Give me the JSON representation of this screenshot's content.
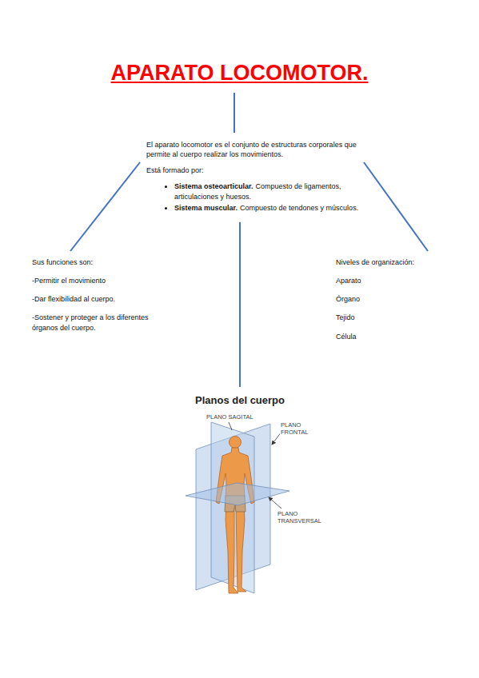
{
  "diagram": {
    "title": "APARATO LOCOMOTOR.",
    "nodes": [
      {
        "text": [
          "El aparato locomotor es el conjunto de estructuras corporales que permite al cuerpo realizar los movimientos.",
          "Está formado por:",
          "Sistema osteoarticular.",
          "Compuesto de ligamentos, articulaciones y huesos.",
          "Sistema muscular.",
          "Compuesto de tendones y músculos."
        ]
      },
      {
        "text": [
          "Sus funciones son:",
          "-Permitir el movimiento",
          "-Dar flexibilidad al cuerpo.",
          "-Sostener y proteger a los diferentes órganos del cuerpo."
        ]
      },
      {
        "text": [
          "Niveles de organización:",
          "Aparato",
          "Órgano",
          "Tejido",
          "Célula"
        ]
      },
      {
        "text": [
          "Planos del cuerpo"
        ]
      }
    ],
    "edges": [
      {
        "from": 0,
        "to": 1,
        "arrow": "none"
      },
      {
        "from": 0,
        "to": 2,
        "arrow": "none"
      },
      {
        "from": 0,
        "to": 3,
        "arrow": "none"
      }
    ],
    "labels": [
      "PLANO SAGITAL",
      "PLANO FRONTAL",
      "PLANO TRANSVERSAL"
    ]
  }
}
